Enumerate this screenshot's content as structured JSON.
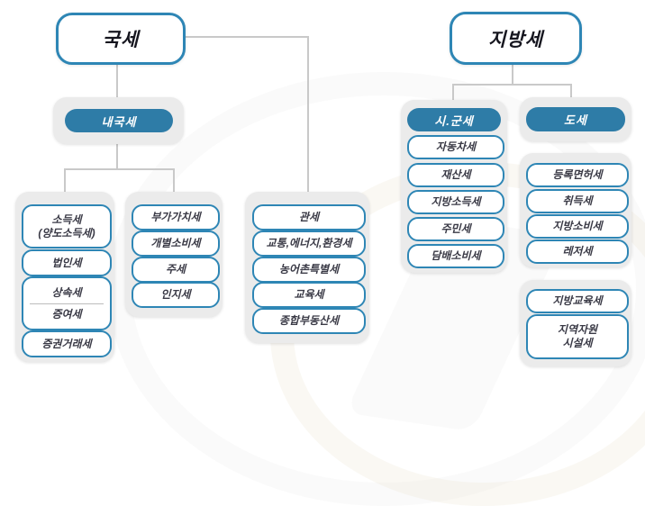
{
  "colors": {
    "accent_blue": "#2e7ca7",
    "border_blue": "#2e86b5",
    "panel_gray": "#ebebeb",
    "connector_gray": "#c9c9c9",
    "header_text": "#16161f",
    "item_text": "#3a3a46"
  },
  "national": {
    "title": "국세",
    "internal_label": "내국세",
    "columns": [
      {
        "items": [
          [
            "소득세",
            "(양도소득세)"
          ],
          [
            "법인세"
          ],
          [
            "상속세",
            "증여세"
          ],
          [
            "증권거래세"
          ]
        ]
      },
      {
        "items": [
          [
            "부가가치세"
          ],
          [
            "개별소비세"
          ],
          [
            "주세"
          ],
          [
            "인지세"
          ]
        ]
      },
      {
        "items": [
          [
            "관세"
          ],
          [
            "교통,에너지,환경세"
          ],
          [
            "농어촌특별세"
          ],
          [
            "교육세"
          ],
          [
            "종합부동산세"
          ]
        ]
      }
    ]
  },
  "local": {
    "title": "지방세",
    "groups": [
      {
        "label": "시.군세",
        "items": [
          [
            "자동차세"
          ],
          [
            "재산세"
          ],
          [
            "지방소득세"
          ],
          [
            "주민세"
          ],
          [
            "담배소비세"
          ]
        ]
      },
      {
        "label": "도세",
        "sections": [
          {
            "items": [
              [
                "등록면허세"
              ],
              [
                "취득세"
              ],
              [
                "지방소비세"
              ],
              [
                "레저세"
              ]
            ]
          },
          {
            "items": [
              [
                "지방교육세"
              ],
              [
                "지역자원",
                "시설세"
              ]
            ]
          }
        ]
      }
    ]
  }
}
